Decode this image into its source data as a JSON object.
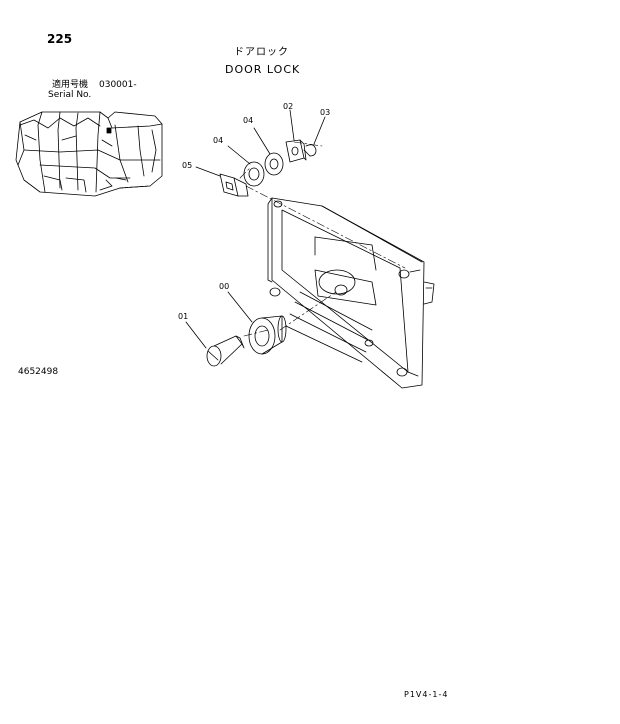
{
  "page_number": "225",
  "title": {
    "japanese": "ドアロック",
    "english": "DOOR LOCK"
  },
  "serial": {
    "label_japanese": "適用号機",
    "label_english": "Serial No.",
    "range": "030001-"
  },
  "document_id": "4652498",
  "footer_code": "P1V4-1-4",
  "callouts": {
    "c02": "02",
    "c03": "03",
    "c04a": "04",
    "c04b": "04",
    "c05": "05",
    "c00": "00",
    "c01": "01"
  }
}
